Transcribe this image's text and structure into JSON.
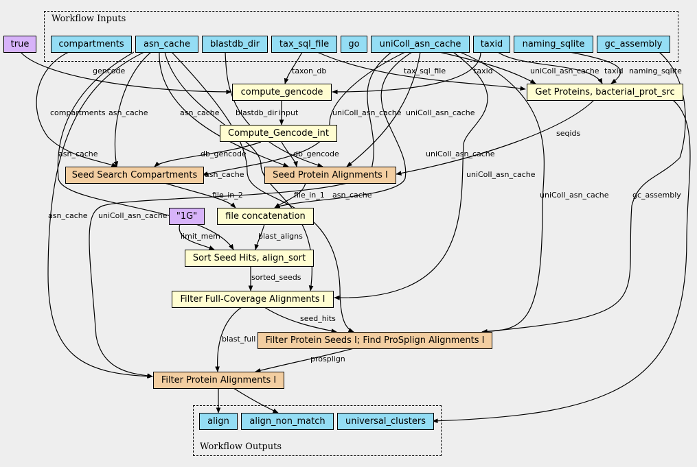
{
  "clusters": {
    "inputs_label": "Workflow Inputs",
    "outputs_label": "Workflow Outputs"
  },
  "colors": {
    "input": "#94ddf4",
    "step": "#fffdd1",
    "subworkflow": "#f3cea1",
    "constant": "#d7b3f9",
    "background": "#eeeeee"
  },
  "nodes": {
    "true_const": "true",
    "compartments": "compartments",
    "asn_cache": "asn_cache",
    "blastdb_dir": "blastdb_dir",
    "tax_sql_file": "tax_sql_file",
    "go": "go",
    "uniColl_asn_cache": "uniColl_asn_cache",
    "taxid": "taxid",
    "naming_sqlite": "naming_sqlite",
    "gc_assembly": "gc_assembly",
    "compute_gencode": "compute_gencode",
    "get_proteins": "Get Proteins, bacterial_prot_src",
    "compute_gencode_int": "Compute_Gencode_int",
    "seed_search": "Seed Search Compartments",
    "seed_protein": "Seed Protein Alignments I",
    "const_1g": "\"1G\"",
    "file_concat": "file concatenation",
    "sort_seed": "Sort Seed Hits, align_sort",
    "filter_full": "Filter Full-Coverage Alignments I",
    "filter_seeds": "Filter Protein Seeds I; Find ProSplign Alignments I",
    "filter_protein": "Filter Protein Alignments I",
    "align": "align",
    "align_non_match": "align_non_match",
    "universal_clusters": "universal_clusters"
  },
  "edge_labels": {
    "gencode": "gencode",
    "taxon_db": "taxon_db",
    "tax_sql_file": "tax_sql_file",
    "taxid_1": "taxid",
    "unicoll_1": "uniColl_asn_cache",
    "taxid_2": "taxid",
    "naming_sqlite": "naming_sqlite",
    "compartments": "compartments",
    "asn_cache_1": "asn_cache",
    "asn_cache_2": "asn_cache",
    "blastdb_dir": "blastdb_dir",
    "input": "input",
    "unicoll_2": "uniColl_asn_cache",
    "unicoll_3": "uniColl_asn_cache",
    "seqids": "seqids",
    "asn_cache_3": "asn_cache",
    "db_gencode_1": "db_gencode",
    "db_gencode_2": "db_gencode",
    "unicoll_4": "uniColl_asn_cache",
    "unicoll_5": "uniColl_asn_cache",
    "asn_cache_4": "asn_cache",
    "file_in_2": "file_in_2",
    "file_in_1": "file_in_1",
    "asn_cache_5": "asn_cache",
    "asn_cache_6": "asn_cache",
    "unicoll_6": "uniColl_asn_cache",
    "unicoll_7": "uniColl_asn_cache",
    "gc_assembly": "gc_assembly",
    "limit_mem": "limit_mem",
    "blast_aligns": "blast_aligns",
    "sorted_seeds": "sorted_seeds",
    "seed_hits": "seed_hits",
    "blast_full": "blast_full",
    "prospligh": "prosplign"
  }
}
